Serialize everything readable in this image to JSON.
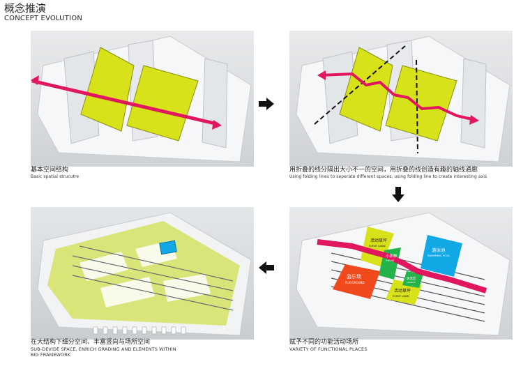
{
  "header": {
    "title_cn": "概念推演",
    "title_en": "CONCEPT EVOLUTION"
  },
  "panels": {
    "p1": {
      "caption_cn": "基本空间结构",
      "caption_en": "Basic spatial strucutre"
    },
    "p2": {
      "caption_cn": "用折叠的线分隔出大小不一的空间，用折叠的线创造有趣的轴线通廊",
      "caption_en": "Using folding lines to seperate different spaces, using folding line to create interesting axis"
    },
    "p3": {
      "caption_cn": "赋予不同的功能活动场所",
      "caption_en": "VARIETY OF FUNCTIONAL PLACES",
      "zones": {
        "event_cn": "活动草坪",
        "event_en": "EVENT LAWN",
        "event2_cn": "活动草坪",
        "event2_en": "EVENT LAWN",
        "garden_cn": "小树林",
        "garden_en": "GROVE",
        "play_cn": "游乐场",
        "play_en": "PLAYGROUND",
        "pool_cn": "游泳池",
        "pool_en": "SWIMMING POOL",
        "small_cn": "休息区",
        "small_en": "LOUNGE"
      }
    },
    "p4": {
      "caption_cn": "在大结构下细分空间、丰富竖向与场所空间",
      "caption_en_1": "SUB-DEVIDE SPACE, ENRICH GRADING AND ELEMENTS WITHIN",
      "caption_en_2": "BIG FRAMEWORK"
    }
  },
  "colors": {
    "lime": "#d7e21a",
    "magenta": "#e0175f",
    "orange": "#f04a1c",
    "green": "#23b34a",
    "blue": "#12a8e6",
    "arrow": "#111111"
  }
}
